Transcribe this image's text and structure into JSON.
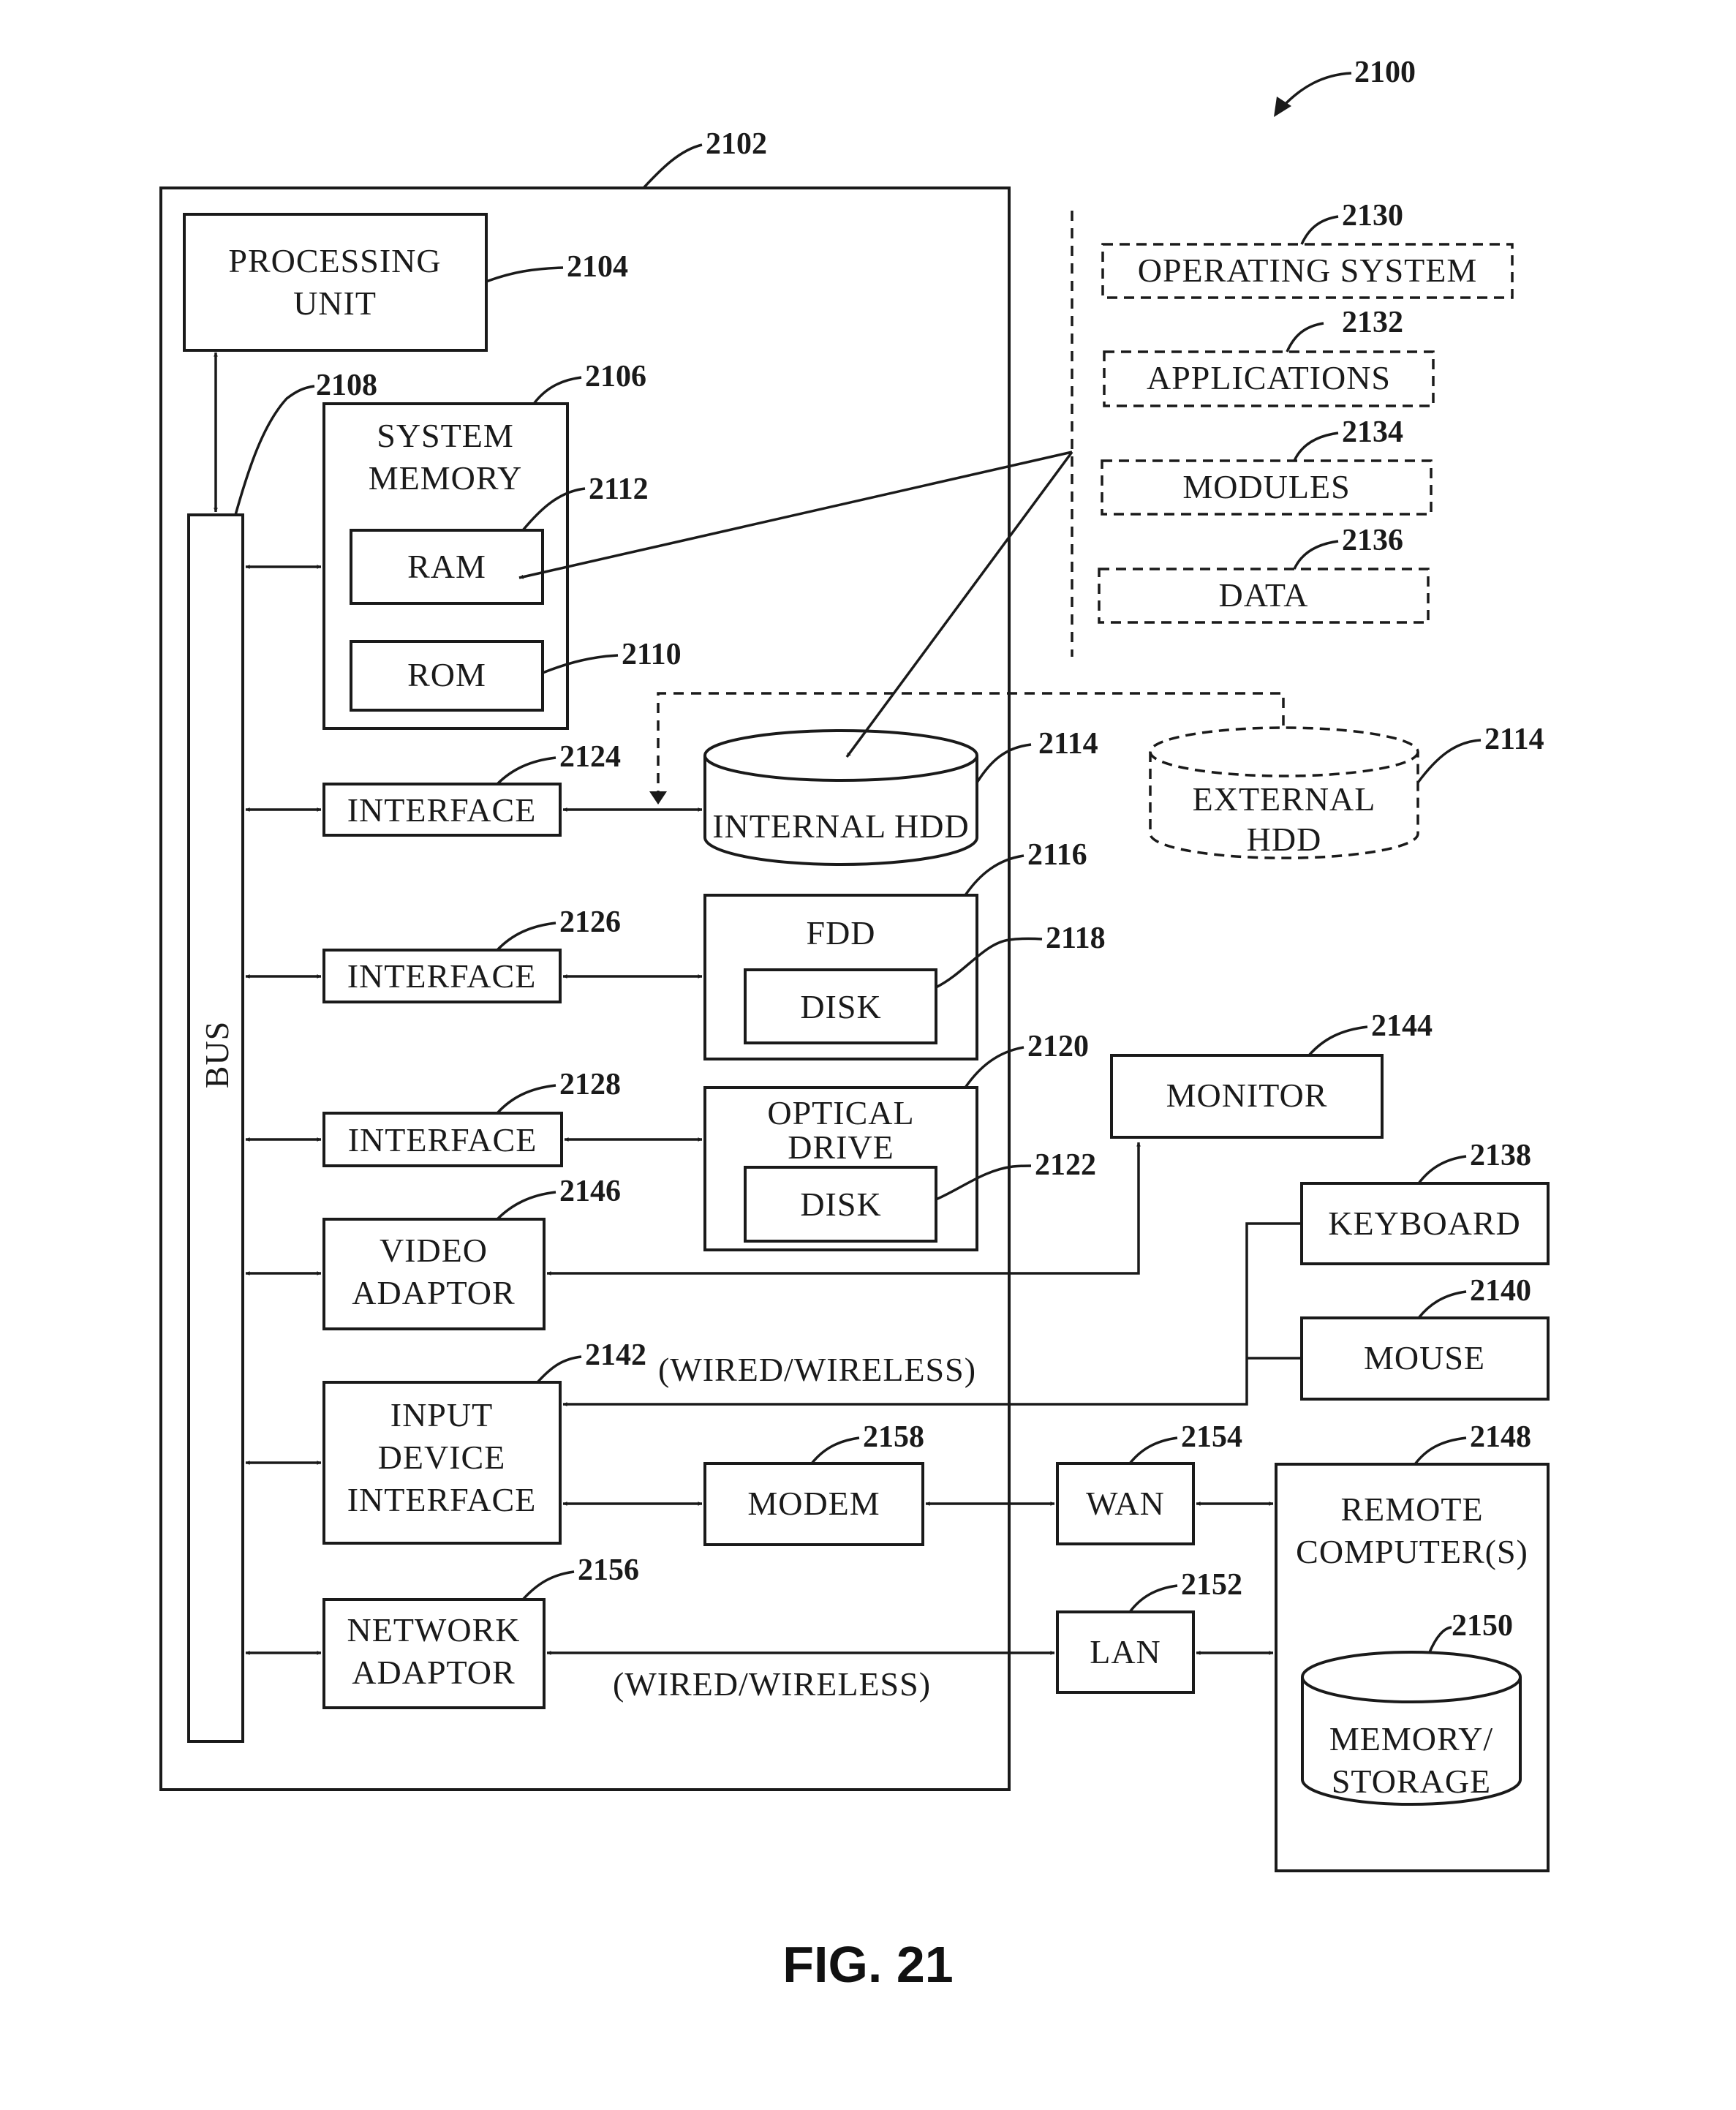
{
  "figure": {
    "caption": "FIG. 21",
    "ref_system": "2100",
    "ref_computer": "2102"
  },
  "blocks": {
    "processing_unit": {
      "l1": "PROCESSING",
      "l2": "UNIT",
      "ref": "2104"
    },
    "bus": {
      "label": "BUS",
      "ref": "2108"
    },
    "system_memory": {
      "l1": "SYSTEM",
      "l2": "MEMORY",
      "ref": "2106"
    },
    "ram": {
      "label": "RAM",
      "ref": "2112"
    },
    "rom": {
      "label": "ROM",
      "ref": "2110"
    },
    "interface_hdd": {
      "label": "INTERFACE",
      "ref": "2124"
    },
    "interface_fdd": {
      "label": "INTERFACE",
      "ref": "2126"
    },
    "interface_optical": {
      "label": "INTERFACE",
      "ref": "2128"
    },
    "internal_hdd": {
      "label": "INTERNAL HDD",
      "ref": "2114"
    },
    "external_hdd": {
      "l1": "EXTERNAL",
      "l2": "HDD",
      "ref": "2114"
    },
    "fdd": {
      "label": "FDD",
      "ref": "2116"
    },
    "fdd_disk": {
      "label": "DISK",
      "ref": "2118"
    },
    "optical_drive": {
      "l1": "OPTICAL",
      "l2": "DRIVE",
      "ref": "2120"
    },
    "optical_disk": {
      "label": "DISK",
      "ref": "2122"
    },
    "video_adaptor": {
      "l1": "VIDEO",
      "l2": "ADAPTOR",
      "ref": "2146"
    },
    "input_device_interface": {
      "l1": "INPUT",
      "l2": "DEVICE",
      "l3": "INTERFACE",
      "ref": "2142",
      "note": "(WIRED/WIRELESS)"
    },
    "network_adaptor": {
      "l1": "NETWORK",
      "l2": "ADAPTOR",
      "ref": "2156",
      "note": "(WIRED/WIRELESS)"
    },
    "modem": {
      "label": "MODEM",
      "ref": "2158"
    },
    "monitor": {
      "label": "MONITOR",
      "ref": "2144"
    },
    "keyboard": {
      "label": "KEYBOARD",
      "ref": "2138"
    },
    "mouse": {
      "label": "MOUSE",
      "ref": "2140"
    },
    "wan": {
      "label": "WAN",
      "ref": "2154"
    },
    "lan": {
      "label": "LAN",
      "ref": "2152"
    },
    "remote_computer": {
      "l1": "REMOTE",
      "l2": "COMPUTER(S)",
      "ref": "2148"
    },
    "memory_storage": {
      "l1": "MEMORY/",
      "l2": "STORAGE",
      "ref": "2150"
    }
  },
  "software": {
    "operating_system": {
      "label": "OPERATING SYSTEM",
      "ref": "2130"
    },
    "applications": {
      "label": "APPLICATIONS",
      "ref": "2132"
    },
    "modules": {
      "label": "MODULES",
      "ref": "2134"
    },
    "data": {
      "label": "DATA",
      "ref": "2136"
    }
  }
}
